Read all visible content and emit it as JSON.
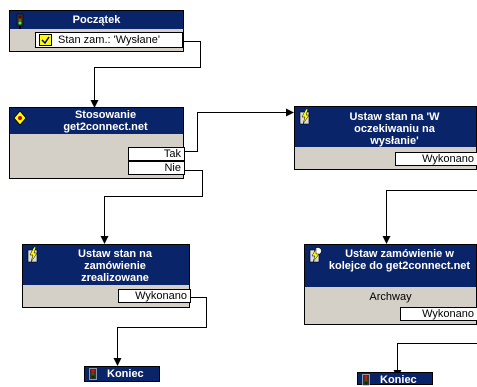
{
  "nodes": {
    "start": {
      "title": "Początek",
      "condition": "Stan zam.: 'Wysłane'"
    },
    "apply": {
      "title": "Stosowanie get2connect.net",
      "branch_yes": "Tak",
      "branch_no": "Nie"
    },
    "set_waiting": {
      "title": "Ustaw stan na 'W oczekiwaniu na wysłanie'",
      "result": "Wykonano"
    },
    "set_fulfilled": {
      "title": "Ustaw stan na zamówienie zrealizowane",
      "result": "Wykonano"
    },
    "queue": {
      "title": "Ustaw zamówienie w kolejce do get2connect.net",
      "subtitle": "Archway",
      "result": "Wykonano"
    },
    "end_left": {
      "title": "Koniec"
    },
    "end_right": {
      "title": "Koniec"
    }
  },
  "colors": {
    "header": "#0a246a",
    "body": "#d4d0c8",
    "cell": "#ffffff"
  },
  "icons": {
    "start": "traffic-light-green-icon",
    "apply": "decision-diamond-icon",
    "action": "lightning-task-icon",
    "end": "traffic-light-red-icon"
  }
}
